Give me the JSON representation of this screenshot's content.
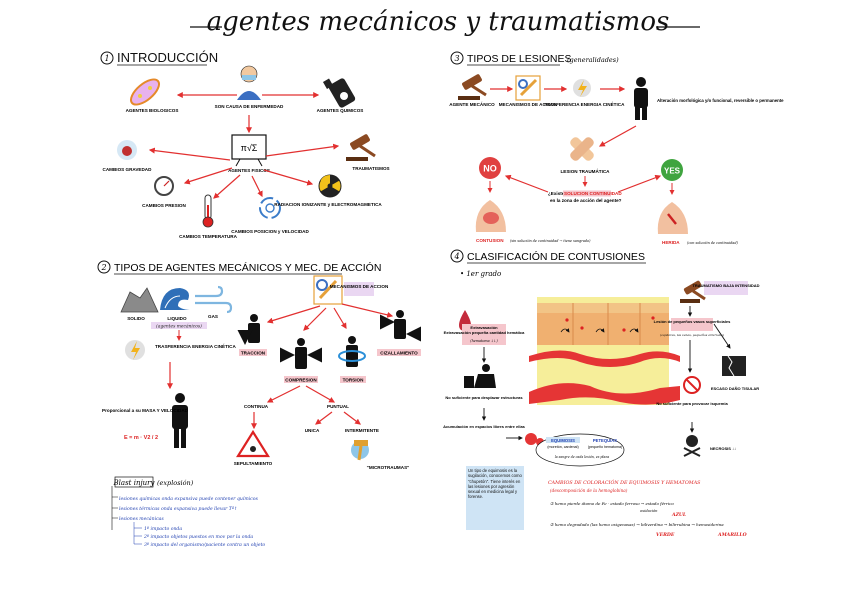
{
  "title": "agentes mecánicos y traumatismos",
  "s1": {
    "num": "1",
    "title": "INTRODUCCIÓN",
    "center": "SON CAUSA DE ENFERMEDAD",
    "bio": "AGENTES BIOLOGICOS",
    "quim": "AGENTES QUIMICOS",
    "fis": "AGENTES FISICOS",
    "grav": "CAMBIOS GRAVEDAD",
    "pres": "CAMBIOS PRESION",
    "temp": "CAMBIOS TEMPERATURA",
    "pos": "CAMBIOS POSICION y VELOCIDAD",
    "rad": "RADIACION IONIZANTE y ELECTROMAGMETICA",
    "trauma": "TRAUMATISMOS"
  },
  "s2": {
    "num": "2",
    "title": "TIPOS DE AGENTES MECÁNICOS Y MEC. DE ACCIÓN",
    "solido": "SOLIDO",
    "liquido": "LIQUIDO",
    "liquido_note": "(agentes mecánicos)",
    "gas": "GAS",
    "energia": "TRASFERENCIA ENERGIA CINÉTICA",
    "prop": "Proporcional a su MASA Y VELOCIDAD",
    "formula": "E = m · V2 / 2",
    "mecanismos": "MECANISMOS DE ACCION",
    "traccion": "TRACCION",
    "compresion": "COMPRESION",
    "torsion": "TORSION",
    "cizallamiento": "CIZALLAMIENTO",
    "continua": "CONTINUA",
    "puntual": "PUNTUAL",
    "unica": "UNICA",
    "intermitente": "INTERMITENTE",
    "sepultamiento": "SEPULTAMIENTO",
    "microtraumas": "\"MICROTRAUMAS\"",
    "blast": "Blast injury",
    "blast_note": "(explosión)",
    "notes": [
      "lesiones químicas  onda expansiva puede contener químicos",
      "lesiones térmicas  onda expansiva puede llevar Tª↑",
      "lesiones mecánicas",
      "1º  impacto onda",
      "2º  impacto objetos puestos en mov por la onda",
      "3º  impacto del organismo/paciente contra un objeto"
    ]
  },
  "s3": {
    "num": "3",
    "title": "TIPOS DE LESIONES",
    "note": "(generalidades)",
    "agente": "AGENTE MECÁNICO",
    "mec": "MECANISMOS DE ACCION",
    "trans": "TRASFERENCIA ENERGIA CINÉTICA",
    "alter": "Alteración morfológica y/o funcional, reversible o permanente",
    "lesion": "LESION TRAUMÁTICA",
    "question_pre": "¿Existe",
    "question_hl": "SOLUCION CONTINUIDAD",
    "question_post": "en la zona de acción del agente?",
    "no": "NO",
    "yes": "YES",
    "contusion": "CONTUSION",
    "contusion_note": "(sin solución de continuidad → tiene sangrado)",
    "herida": "HERIDA",
    "herida_note": "(con solución de continuidad)"
  },
  "s4": {
    "num": "4",
    "title": "CLASIFICACIÓN DE CONTUSIONES",
    "grado": "• 1er grado",
    "trauma_leve": "TRAUMATISMO BAJA INTENSIDAD",
    "extrav": "Extravasación pequeña cantidad hemática",
    "extrav_note": "(hematoma ↓↓)",
    "vasos": "Lesión de pequeños vasos superficiales",
    "vasos_note": "(capilares, las venas, pequeños arteriolas)",
    "no_suf": "No suficiente para desplazar estructuras",
    "acum": "Acumulación en espacios libres entre ellas",
    "no_suf2": "No suficiente para provocar isquemia",
    "escaso": "ESCASO DAÑO TISULAR",
    "necrosis": "NECROSIS ↓↓",
    "equimosis": "EQUIMOSIS",
    "equimosis_note": "(moretón, cardenal)",
    "petequias": "PETEQUIAS",
    "petequias_note": "(pequeño hematoma)",
    "cloud_note": "la sangre de cada lesión, es plana",
    "box": "Un tipo de equimosis es la sugilación, conocemos como \"chupetón\". Tiene interés en las lesiones por agresión sexual en medicina legal y forense.",
    "cambios": "CAMBIOS DE COLORACIÓN DE EQUIMOSIS Y HEMATOMAS",
    "cambios_note": "(descomposición de la hemoglobina)",
    "c1": "① hemo pierde átomo de Fe  ·  estado ferroso  →  estado férrico",
    "c1_note": "oxidación",
    "azul": "AZUL",
    "c2": "② hemo degradado (las hemo oxigenasas) → biliverdina → bilirrubina → hemosiderina",
    "verde": "VERDE",
    "amarillo": "AMARILLO"
  }
}
